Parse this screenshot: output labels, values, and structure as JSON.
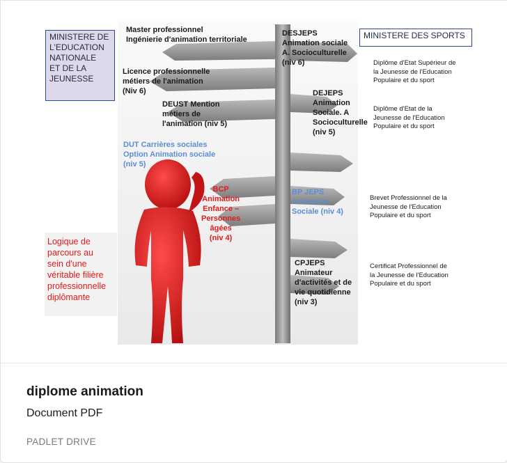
{
  "card": {
    "title": "diplome animation",
    "subtitle": "Document PDF",
    "source": "PADLET DRIVE"
  },
  "slide": {
    "ministry_education": "MINISTERE DE\nL'EDUCATION\nNATIONALE\nET DE LA\nJEUNESSE",
    "ministry_sports": "MINISTERE DES SPORTS",
    "master": "Master professionnel\nIngénierie d'animation territoriale",
    "licence": "Licence professionnelle\nmétiers de l'animation\n(Niv 6)",
    "deust": "DEUST Mention\nmétiers de\nl'animation (niv 5)",
    "dut": "DUT Carrières sociales\nOption Animation sociale\n(niv 5)",
    "bcp": "BCP\nAnimation\nEnfance –\nPersonnes\nâgées\n(niv 4)",
    "desjeps": "DESJEPS\nAnimation sociale\nA. Socioculturelle\n(niv 6)",
    "dejeps": "DEJEPS\nAnimation\nSociale. A\nSocioculturelle\n(niv 5)",
    "bpjeps": "BP JEPS\nAnimation\nSociale (niv 4)",
    "cpjeps": "CPJEPS\nAnimateur\nd'activités et de\nvie quotidienne\n(niv 3)",
    "desc_desjeps": "Diplôme d'Etat Supérieur de\nla Jeunesse de l'Education\nPopulaire et du sport",
    "desc_dejeps": "Diplôme d'Etat de la\nJeunesse de l'Education\nPopulaire et du sport",
    "desc_bpjeps": "Brevet Professionnel  de la\nJeunesse de l'Education\nPopulaire et du sport",
    "desc_cpjeps": "Certificat Professionnel  de\nla Jeunesse de l'Education\nPopulaire et du sport",
    "logique": "Logique de\nparcours au\nsein d'une\nvéritable filière\nprofessionnelle\ndiplômante"
  },
  "colors": {
    "red_text": "#e21b1b",
    "blue_text": "#5b8ed6",
    "education_box": "#ddd8ea",
    "figure": "#d81818"
  }
}
